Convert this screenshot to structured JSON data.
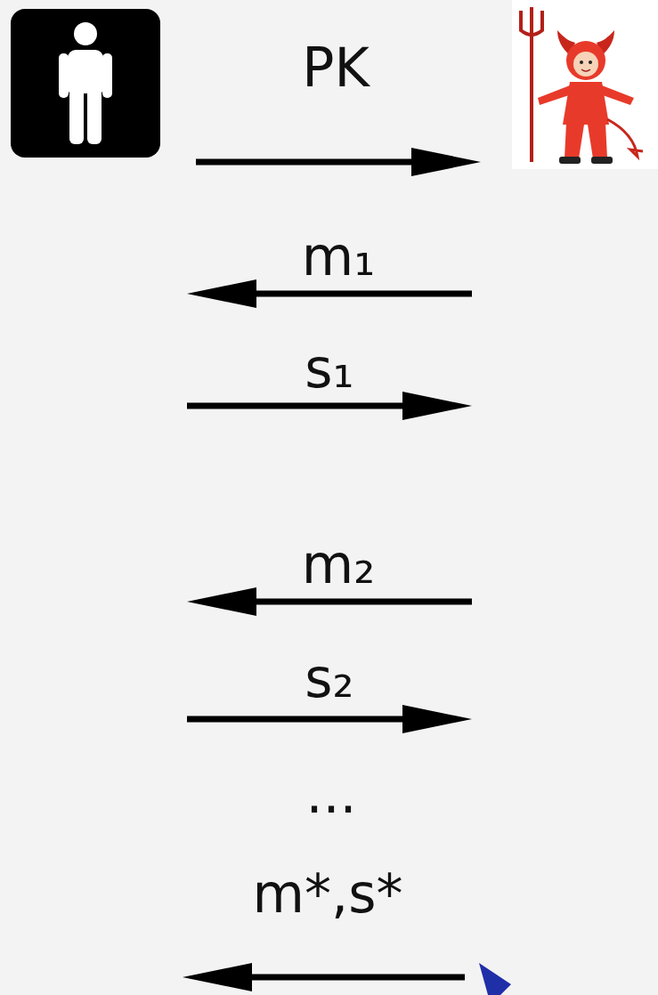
{
  "diagram": {
    "labels": [
      "PK",
      "m₁",
      "s₁",
      "m₂",
      "s₂",
      "...",
      "m*,s*"
    ]
  }
}
